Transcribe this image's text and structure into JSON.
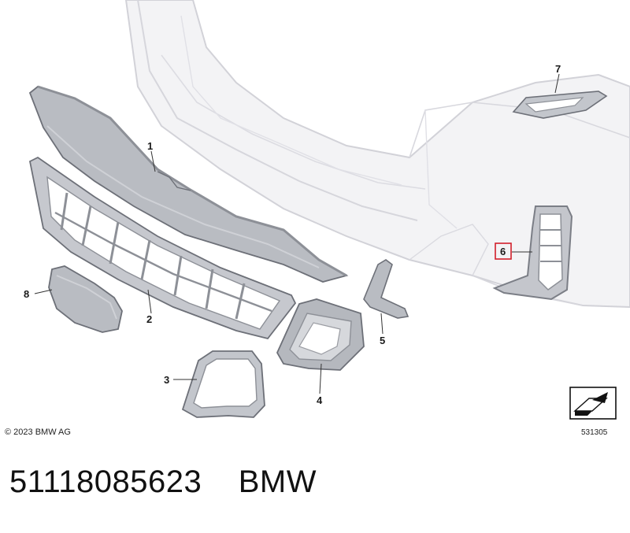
{
  "callouts": {
    "c1": "1",
    "c2": "2",
    "c3": "3",
    "c4": "4",
    "c5": "5",
    "c6": "6",
    "c7": "7",
    "c8": "8"
  },
  "copyright": "© 2023 BMW AG",
  "diagram_id": "531305",
  "footer": {
    "part_number": "51118085623",
    "brand": "BMW"
  },
  "colors": {
    "bumper_fill": "#f3f3f5",
    "bumper_line": "#d2d2d8",
    "part_fill": "#b9bcc2",
    "part_dark": "#8d9097",
    "part_line": "#6d7078",
    "highlight": "#d21f2b"
  }
}
